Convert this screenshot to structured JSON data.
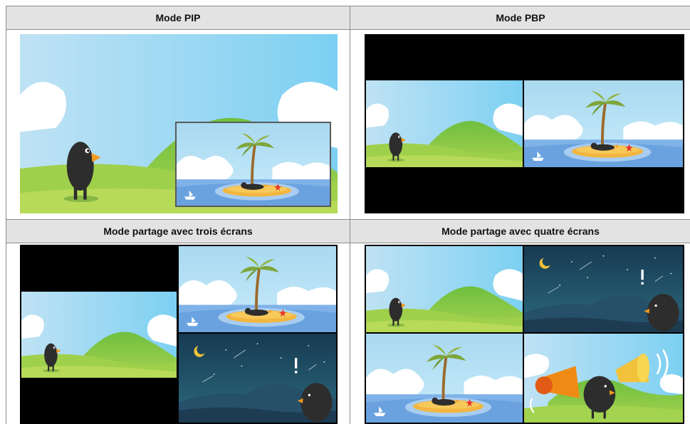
{
  "table": {
    "headers": {
      "pip": "Mode PIP",
      "pbp": "Mode PBP",
      "three": "Mode partage avec trois écrans",
      "four": "Mode partage avec quatre écrans"
    }
  },
  "scenes": [
    "hills-bird-scene",
    "palm-island-scene",
    "night-sky-scene",
    "megaphone-scene"
  ],
  "colors": {
    "header_bg": "#e3e3e3",
    "border": "#8c8c8c",
    "letterbox": "#000000"
  }
}
